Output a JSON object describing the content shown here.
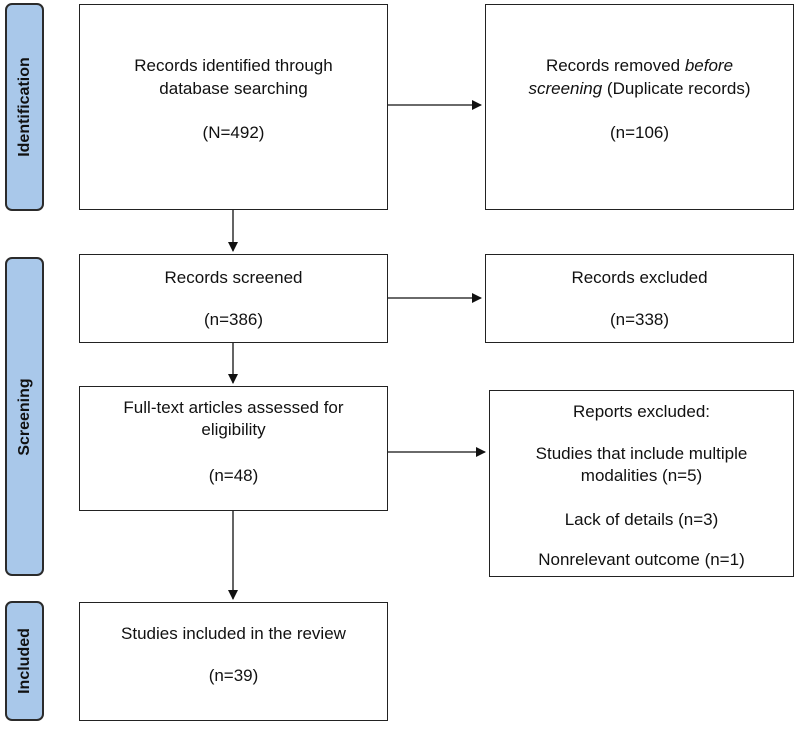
{
  "phases": {
    "identification": "Identification",
    "screening": "Screening",
    "included": "Included"
  },
  "identified": {
    "line1": "Records identified through",
    "line2": "database searching",
    "count": "(N=492)"
  },
  "removed": {
    "line1_prefix": "Records removed ",
    "line1_italic": "before",
    "line2_italic": "screening",
    "line2_rest": " (Duplicate records)",
    "count": "(n=106)"
  },
  "screened": {
    "label": "Records screened",
    "count": "(n=386)"
  },
  "excluded": {
    "label": "Records excluded",
    "count": "(n=338)"
  },
  "fulltext": {
    "line1": "Full-text articles assessed for",
    "line2": "eligibility",
    "count": "(n=48)"
  },
  "reports_excluded": {
    "title": "Reports excluded:",
    "reason1_line1": "Studies that include multiple",
    "reason1_line2": "modalities (n=5)",
    "reason2": "Lack of details (n=3)",
    "reason3": "Nonrelevant outcome (n=1)"
  },
  "included": {
    "label": "Studies included in the review",
    "count": "(n=39)"
  }
}
